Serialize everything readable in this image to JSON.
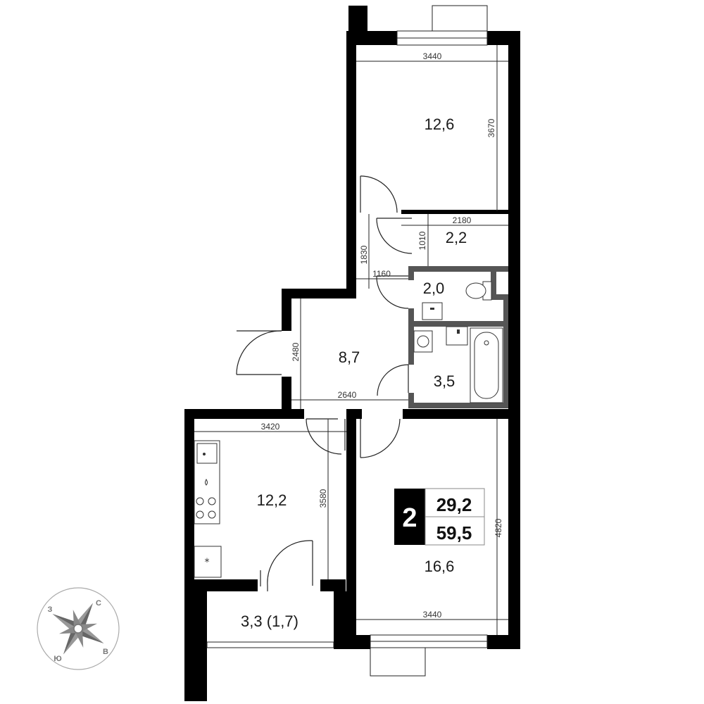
{
  "rooms": [
    {
      "id": "bedroom",
      "area": "12,6"
    },
    {
      "id": "storage",
      "area": "2,2"
    },
    {
      "id": "toilet",
      "area": "2,0"
    },
    {
      "id": "hall",
      "area": "8,7"
    },
    {
      "id": "bathroom",
      "area": "3,5"
    },
    {
      "id": "kitchen",
      "area": "12,2"
    },
    {
      "id": "living",
      "area": "16,6"
    },
    {
      "id": "balcony",
      "area": "3,3 (1,7)"
    }
  ],
  "dimensions": {
    "bedroom_width": "3440",
    "bedroom_depth": "3670",
    "storage_width": "2180",
    "storage_depth": "1010",
    "corridor_depth": "1830",
    "corridor_width": "1160",
    "hall_depth": "2480",
    "hall_width": "2640",
    "kitchen_width": "3420",
    "kitchen_depth": "3580",
    "living_depth": "4820",
    "living_width": "3440"
  },
  "summary": {
    "rooms_count": "2",
    "living_area": "29,2",
    "total_area": "59,5"
  },
  "compass": {
    "north": "С",
    "east": "В",
    "south": "Ю",
    "west": "З"
  }
}
